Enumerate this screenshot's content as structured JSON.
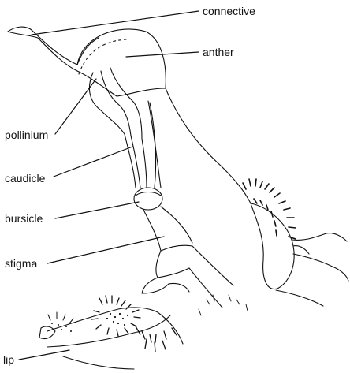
{
  "diagram": {
    "labels": {
      "connective": "connective",
      "anther": "anther",
      "pollinium": "pollinium",
      "caudicle": "caudicle",
      "bursicle": "bursicle",
      "stigma": "stigma",
      "lip": "lip"
    },
    "colors": {
      "ink": "#111111",
      "background": "#ffffff"
    }
  }
}
